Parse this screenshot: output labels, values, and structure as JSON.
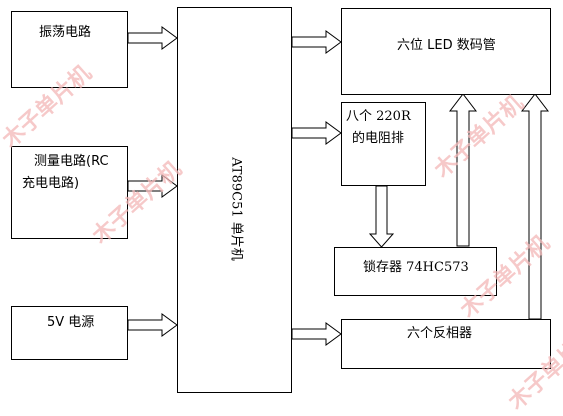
{
  "blocks": {
    "oscillator": "振荡电路",
    "measure_line1": "测量电路(RC",
    "measure_line2": "充电电路)",
    "power": "5V 电源",
    "mcu": "AT89C51 单片机",
    "display": "六位 LED 数码管",
    "resistor_line1": "八个  220R",
    "resistor_line2": "的电阻排",
    "latch": "锁存器 74HC573",
    "inverter": "六个反相器"
  },
  "watermark": {
    "text": "木子单片机"
  }
}
